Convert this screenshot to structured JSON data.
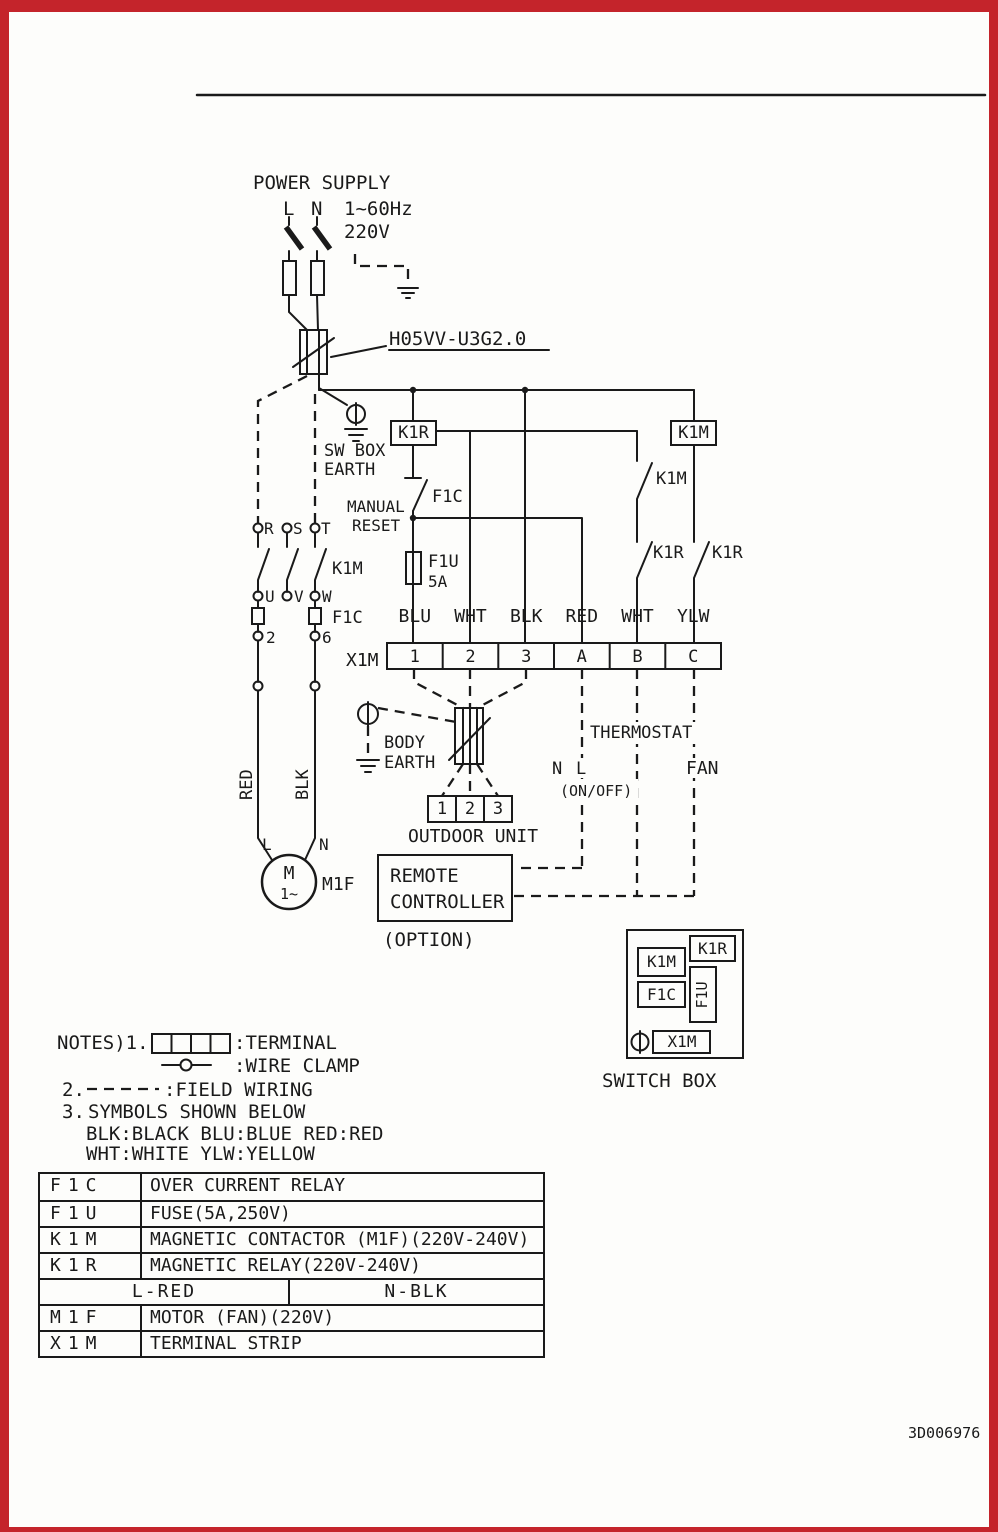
{
  "page": {
    "doc_number": "3D006976",
    "accent_red": "#c4242b",
    "line_color": "#1a1a1a",
    "paper": "#fdfdfb"
  },
  "power": {
    "title": "POWER SUPPLY",
    "l": "L",
    "n": "N",
    "freq": "1~60Hz",
    "voltage": "220V",
    "cable_label": "H05VV-U3G2.0",
    "sw_box_earth": [
      "SW BOX",
      "EARTH"
    ]
  },
  "control": {
    "k1r_coil": "K1R",
    "k1m_coil": "K1M",
    "manual_reset": [
      "MANUAL",
      "RESET"
    ],
    "f1c": "F1C",
    "f1u": "F1U",
    "f1u_rating": "5A",
    "k1m_contact": "K1M",
    "k1r_contact_left": "K1R",
    "k1r_contact_right": "K1R",
    "x1m": "X1M",
    "wire_colors": [
      "BLU",
      "WHT",
      "BLK",
      "RED",
      "WHT",
      "YLW"
    ],
    "terminals": [
      "1",
      "2",
      "3",
      "A",
      "B",
      "C"
    ]
  },
  "motor": {
    "rst": [
      "R",
      "S",
      "T"
    ],
    "uvw": [
      "U",
      "V",
      "W"
    ],
    "k1m": "K1M",
    "f1c": "F1C",
    "t2": "2",
    "t6": "6",
    "red": "RED",
    "blk": "BLK",
    "l": "L",
    "n": "N",
    "m": "M",
    "phase": "1~",
    "m1f": "M1F"
  },
  "outdoor": {
    "body_earth": [
      "BODY",
      "EARTH"
    ],
    "terminals": [
      "1",
      "2",
      "3"
    ],
    "label": "OUTDOOR UNIT"
  },
  "thermostat": {
    "label": "THERMOSTAT",
    "n": "N",
    "l": "L",
    "onoff": "(ON/OFF)",
    "fan": "FAN"
  },
  "remote": {
    "line1": "REMOTE",
    "line2": "CONTROLLER",
    "option": "(OPTION)"
  },
  "switch_box": {
    "k1m": "K1M",
    "k1r": "K1R",
    "f1c": "F1C",
    "f1u": "F1U",
    "x1m": "X1M",
    "label": "SWITCH BOX"
  },
  "notes": {
    "n1": "NOTES)1.",
    "terminal": ":TERMINAL",
    "clamp": ":WIRE CLAMP",
    "n2": "2.",
    "field": ":FIELD WIRING",
    "n3": "3.",
    "symbols": "SYMBOLS SHOWN BELOW",
    "colors1": "BLK:BLACK BLU:BLUE RED:RED",
    "colors2": "WHT:WHITE YLW:YELLOW"
  },
  "legend": {
    "rows": [
      {
        "code": "F1C",
        "desc": "OVER CURRENT RELAY"
      },
      {
        "code": "F1U",
        "desc": "FUSE(5A,250V)"
      },
      {
        "code": "K1M",
        "desc": "MAGNETIC CONTACTOR (M1F)(220V-240V)"
      },
      {
        "code": "K1R",
        "desc": "MAGNETIC RELAY(220V-240V)"
      }
    ],
    "wire_left": "L-RED",
    "wire_right": "N-BLK",
    "rows2": [
      {
        "code": "M1F",
        "desc": "MOTOR (FAN)(220V)"
      },
      {
        "code": "X1M",
        "desc": "TERMINAL STRIP"
      }
    ]
  }
}
